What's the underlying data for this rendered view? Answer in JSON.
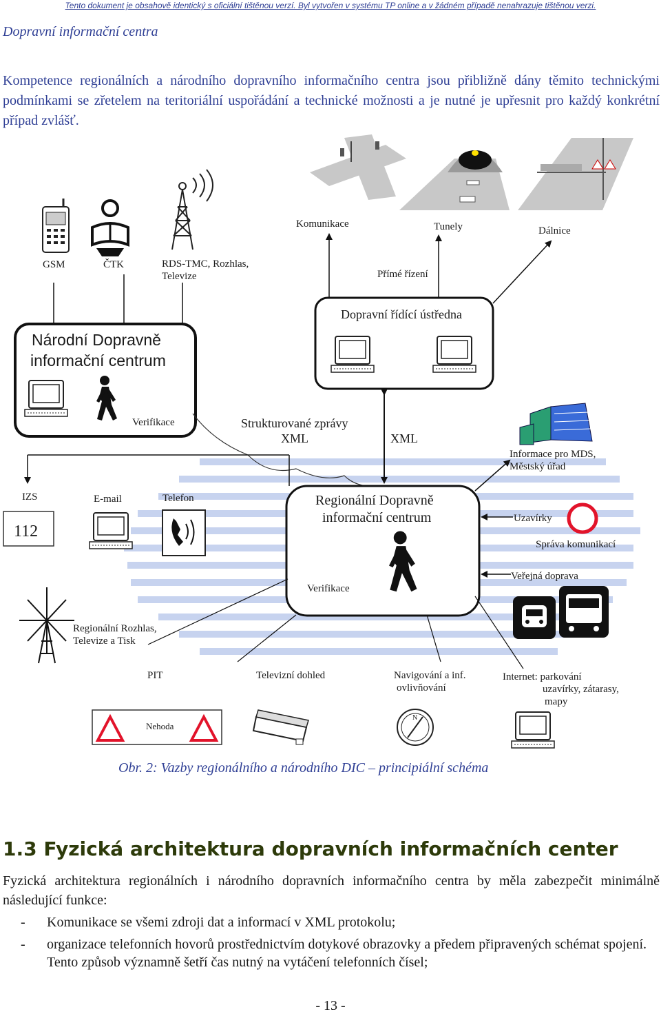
{
  "banner": "Tento dokument je obsahově identický s oficiální tištěnou verzí. Byl vytvořen v systému TP online a v žádném případě nenahrazuje tištěnou verzi.",
  "section_title": "Dopravní informační centra",
  "intro": "Kompetence regionálních a národního dopravního informačního centra jsou přibližně dány těmito technickými podmínkami se zřetelem na teritoriální uspořádání a technické možnosti a je nutné je upřesnit pro každý konkrétní případ zvlášť.",
  "diagram": {
    "gsm": "GSM",
    "ctk": "ČTK",
    "rds_1": "RDS-TMC, Rozhlas,",
    "rds_2": "Televize",
    "komunikace": "Komunikace",
    "tunely": "Tunely",
    "dalnice": "Dálnice",
    "prime_rizeni": "Přímé řízení",
    "ustredna": "Dopravní řídící ústředna",
    "ndic_1": "Národní Dopravně",
    "ndic_2": "informační centrum",
    "verifikace": "Verifikace",
    "struct_1": "Strukturované zprávy",
    "struct_2": "XML",
    "xml": "XML",
    "mds_1": "Informace pro MDS,",
    "mds_2": "Městský úřad",
    "izs": "IZS",
    "email": "E-mail",
    "telefon": "Telefon",
    "n112": "112",
    "rdic_1": "Regionální Dopravně",
    "rdic_2": "informační centrum",
    "uzavirky": "Uzavírky",
    "sprava": "Správa komunikací",
    "verejna": "Veřejná doprava",
    "verifikace_r": "Verifikace",
    "reg_rozhlas_1": "Regionální Rozhlas,",
    "reg_rozhlas_2": "Televize a Tisk",
    "pit": "PIT",
    "dohled": "Televizní dohled",
    "navig_1": "Navigování a inf.",
    "navig_2": "ovlivňování",
    "internet_1": "Internet: parkování",
    "internet_2": "uzavírky, zátarasy,",
    "internet_3": "mapy",
    "nehoda": "Nehoda",
    "compass_n": "N"
  },
  "caption": "Obr.  2: Vazby regionálního a  národního DIC – principiální schéma",
  "heading": "1.3 Fyzická architektura dopravních informačních center",
  "body1": "Fyzická architektura regionálních i národního dopravních informačního centra by měla zabezpečit minimálně následující funkce:",
  "list": [
    {
      "dash": "-",
      "text": "Komunikace se všemi zdroji dat a informací v XML protokolu;"
    },
    {
      "dash": "-",
      "text": "organizace telefonních hovorů prostřednictvím dotykové obrazovky a předem připravených schémat spojení. Tento způsob významně šetří čas nutný na vytáčení telefonních čísel;"
    }
  ],
  "page_number": "- 13 -"
}
